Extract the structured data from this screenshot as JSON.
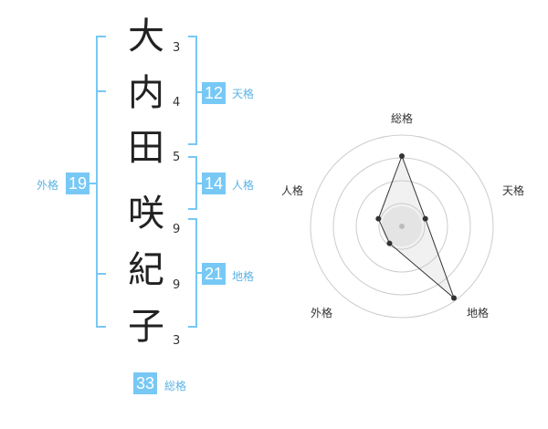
{
  "name": {
    "chars": [
      "大",
      "内",
      "田",
      "咲",
      "紀",
      "子"
    ],
    "strokes": [
      "3",
      "4",
      "5",
      "9",
      "9",
      "3"
    ]
  },
  "fortunes": {
    "tenkaku": {
      "label": "天格",
      "value": "12"
    },
    "jinkaku": {
      "label": "人格",
      "value": "14"
    },
    "chikaku": {
      "label": "地格",
      "value": "21"
    },
    "gaikaku": {
      "label": "外格",
      "value": "19"
    },
    "soukaku": {
      "label": "総格",
      "value": "33"
    }
  },
  "chart_data": {
    "type": "radar",
    "axes": [
      "総格",
      "天格",
      "地格",
      "外格",
      "人格"
    ],
    "values": [
      0.77,
      0.27,
      0.97,
      0.23,
      0.27
    ],
    "rings": 4,
    "colors": {
      "ring": "#cccccc",
      "line": "#333333",
      "fill": "#eeeeee",
      "center": "#bbbbbb"
    }
  },
  "colors": {
    "bracket": "#77c8f5",
    "badge": "#77c8f5",
    "badge_label": "#5ab3e6"
  }
}
